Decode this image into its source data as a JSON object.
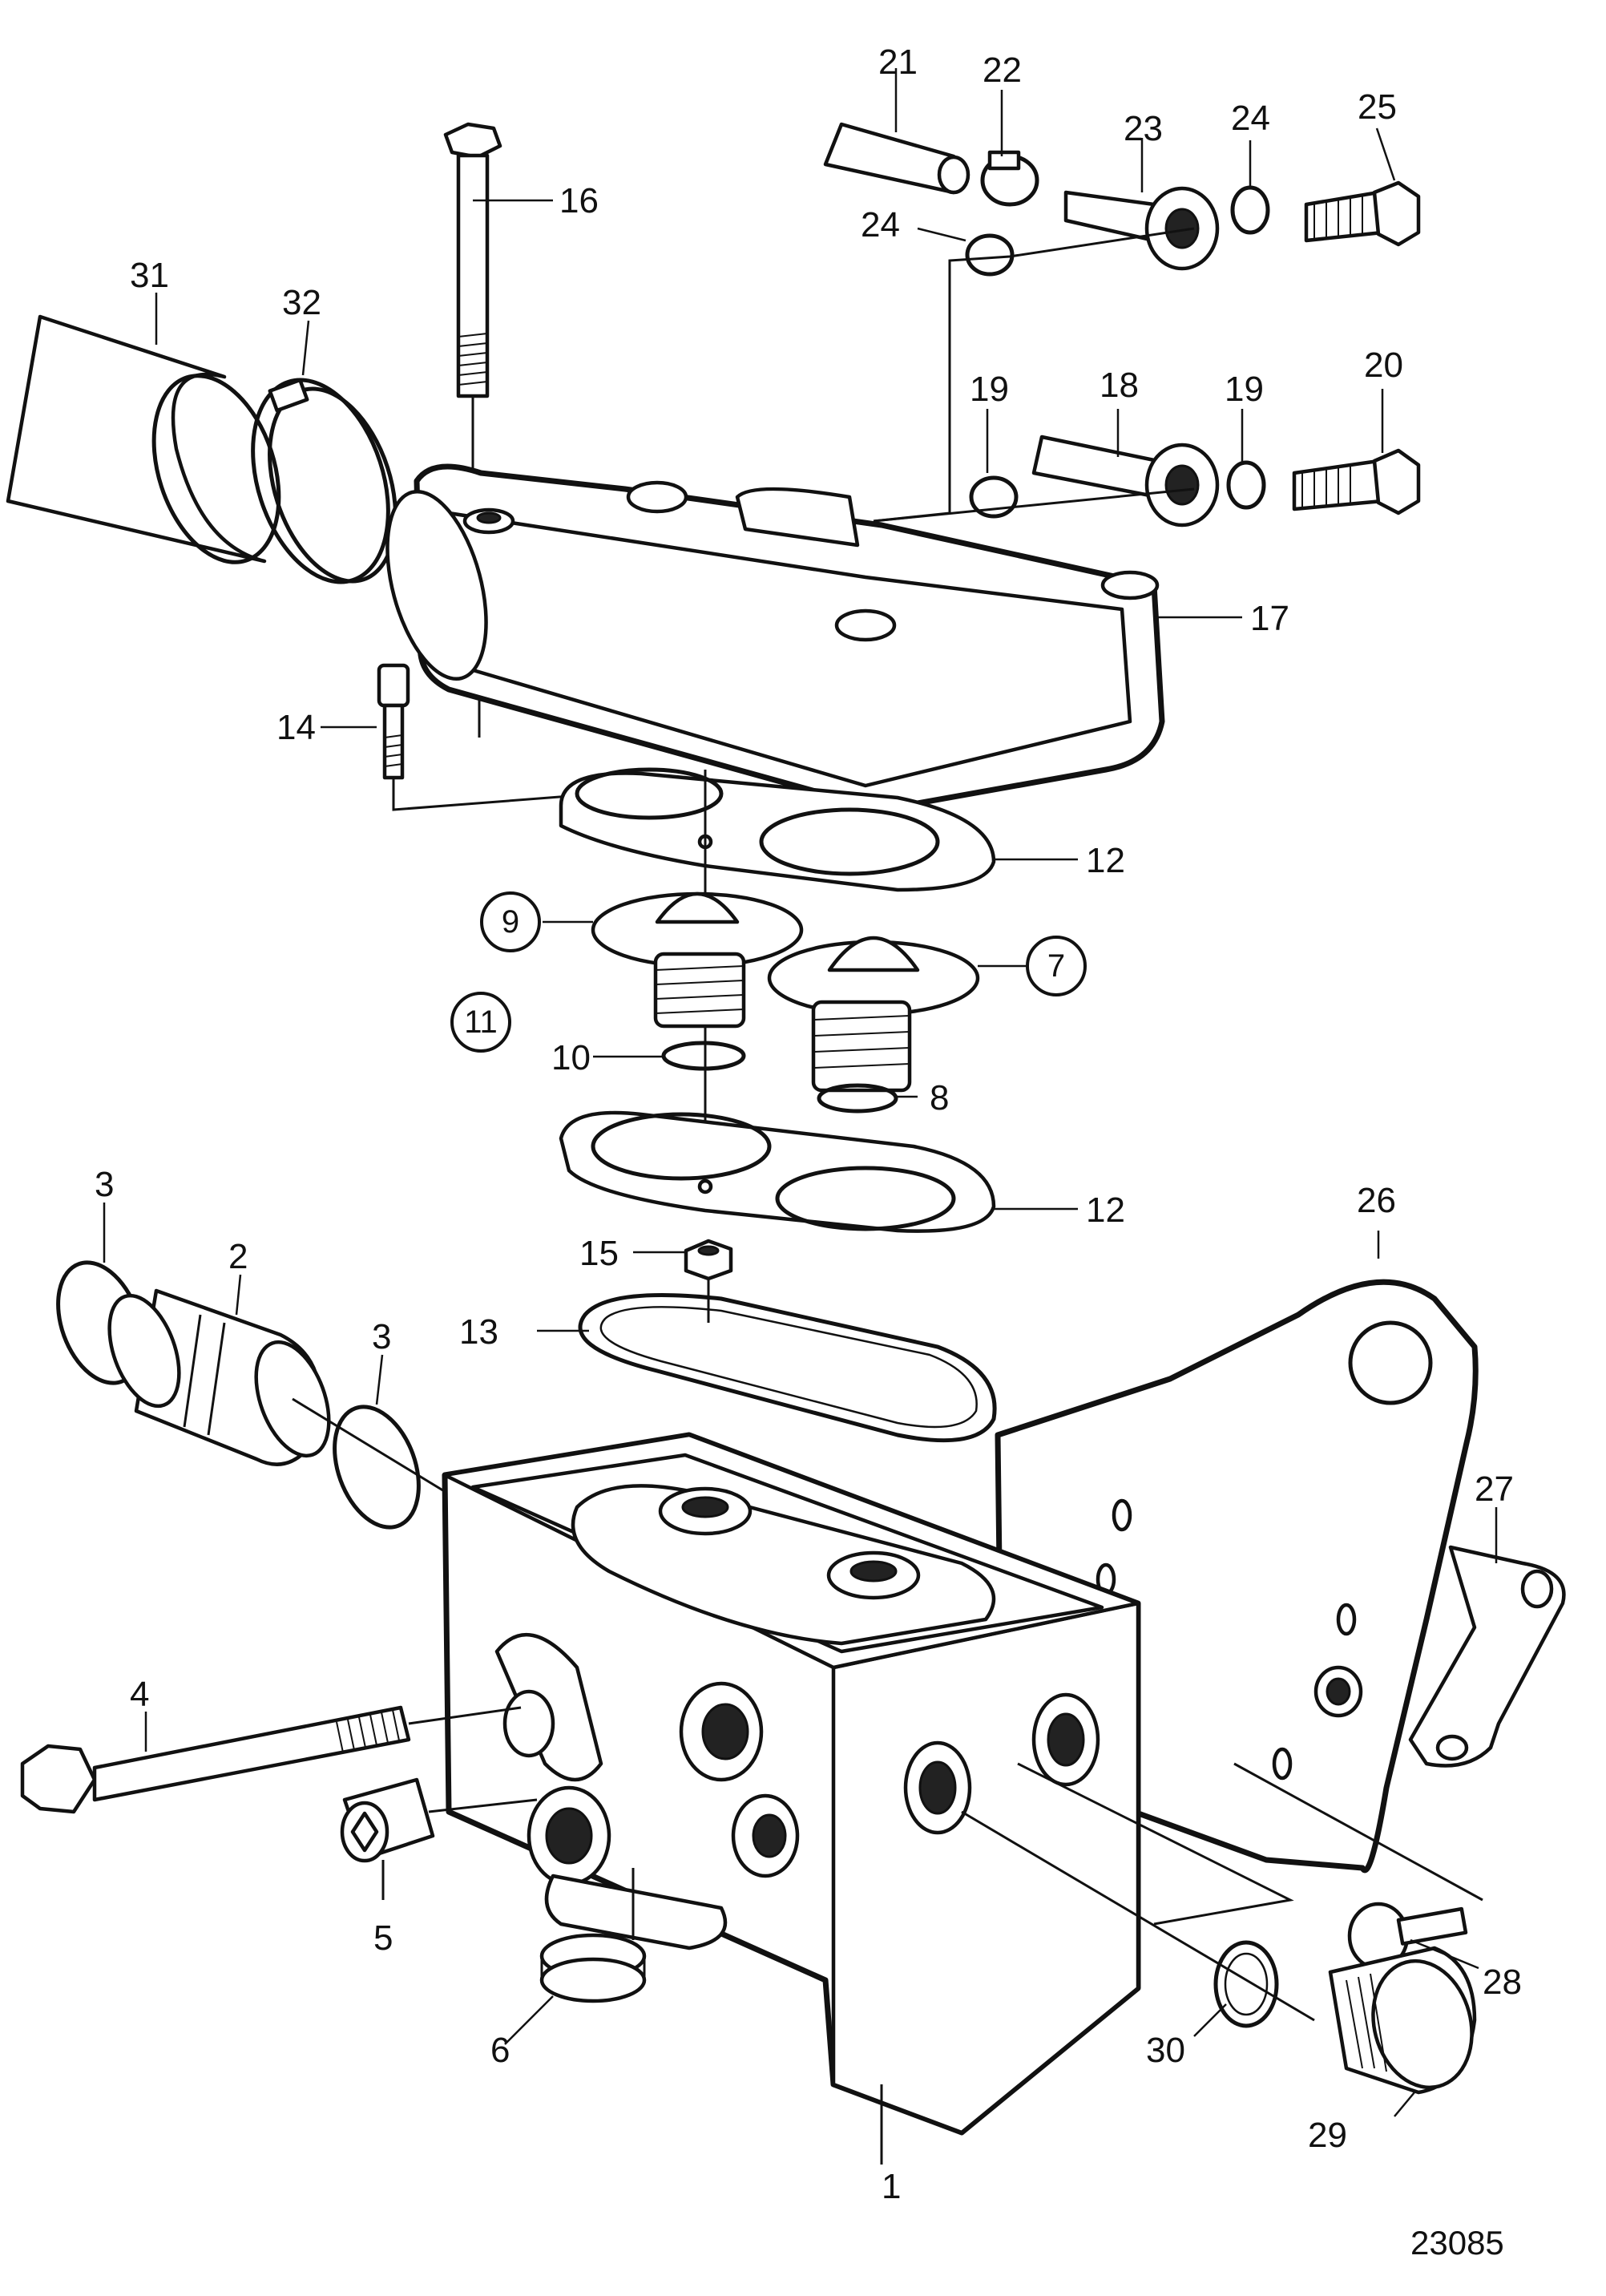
{
  "diagram": {
    "reference_number": "23085",
    "callouts": [
      {
        "number": "1",
        "circled": false
      },
      {
        "number": "2",
        "circled": false
      },
      {
        "number": "3",
        "circled": false
      },
      {
        "number": "4",
        "circled": false
      },
      {
        "number": "5",
        "circled": false
      },
      {
        "number": "6",
        "circled": false
      },
      {
        "number": "7",
        "circled": true
      },
      {
        "number": "8",
        "circled": false
      },
      {
        "number": "9",
        "circled": true
      },
      {
        "number": "10",
        "circled": false
      },
      {
        "number": "11",
        "circled": true
      },
      {
        "number": "12",
        "circled": false
      },
      {
        "number": "13",
        "circled": false
      },
      {
        "number": "14",
        "circled": false
      },
      {
        "number": "15",
        "circled": false
      },
      {
        "number": "16",
        "circled": false
      },
      {
        "number": "17",
        "circled": false
      },
      {
        "number": "18",
        "circled": false
      },
      {
        "number": "19",
        "circled": false
      },
      {
        "number": "20",
        "circled": false
      },
      {
        "number": "21",
        "circled": false
      },
      {
        "number": "22",
        "circled": false
      },
      {
        "number": "23",
        "circled": false
      },
      {
        "number": "24",
        "circled": false
      },
      {
        "number": "25",
        "circled": false
      },
      {
        "number": "26",
        "circled": false
      },
      {
        "number": "27",
        "circled": false
      },
      {
        "number": "28",
        "circled": false
      },
      {
        "number": "29",
        "circled": false
      },
      {
        "number": "30",
        "circled": false
      },
      {
        "number": "31",
        "circled": false
      },
      {
        "number": "32",
        "circled": false
      }
    ]
  }
}
